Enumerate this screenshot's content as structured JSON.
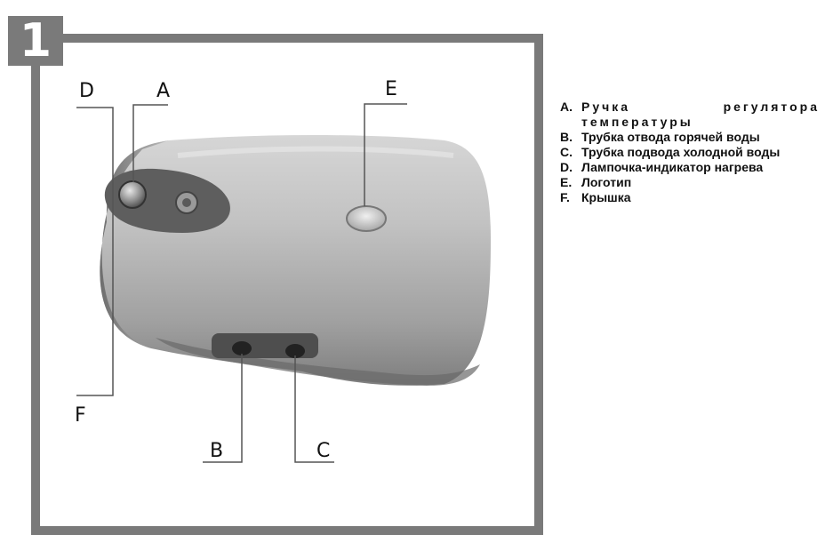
{
  "badge": "1",
  "callouts": {
    "a": "A",
    "b": "B",
    "c": "C",
    "d": "D",
    "e": "E",
    "f": "F"
  },
  "legend": [
    {
      "letter": "A.",
      "text": "Ручка регулятора температуры"
    },
    {
      "letter": "B.",
      "text": "Трубка отвода горячей воды"
    },
    {
      "letter": "C.",
      "text": "Трубка подвода холодной воды"
    },
    {
      "letter": "D.",
      "text": "Лампочка-индикатор нагрева"
    },
    {
      "letter": "E.",
      "text": "Логотип"
    },
    {
      "letter": "F.",
      "text": "Крышка"
    }
  ]
}
